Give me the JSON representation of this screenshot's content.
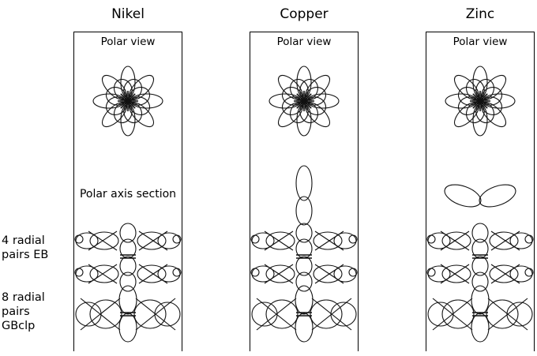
{
  "columns": [
    {
      "title": "Nikel",
      "polar_view_label": "Polar view",
      "section_label": "Polar axis section",
      "top_lobe": "none"
    },
    {
      "title": "Copper",
      "polar_view_label": "Polar view",
      "section_label": "",
      "top_lobe": "vertical-eight"
    },
    {
      "title": "Zinc",
      "polar_view_label": "Polar view",
      "section_label": "",
      "top_lobe": "horizontal-eight"
    }
  ],
  "row_labels": {
    "eb": "4 radial\npairs EB",
    "gbclp": "8 radial\npairs\nGBclp"
  }
}
